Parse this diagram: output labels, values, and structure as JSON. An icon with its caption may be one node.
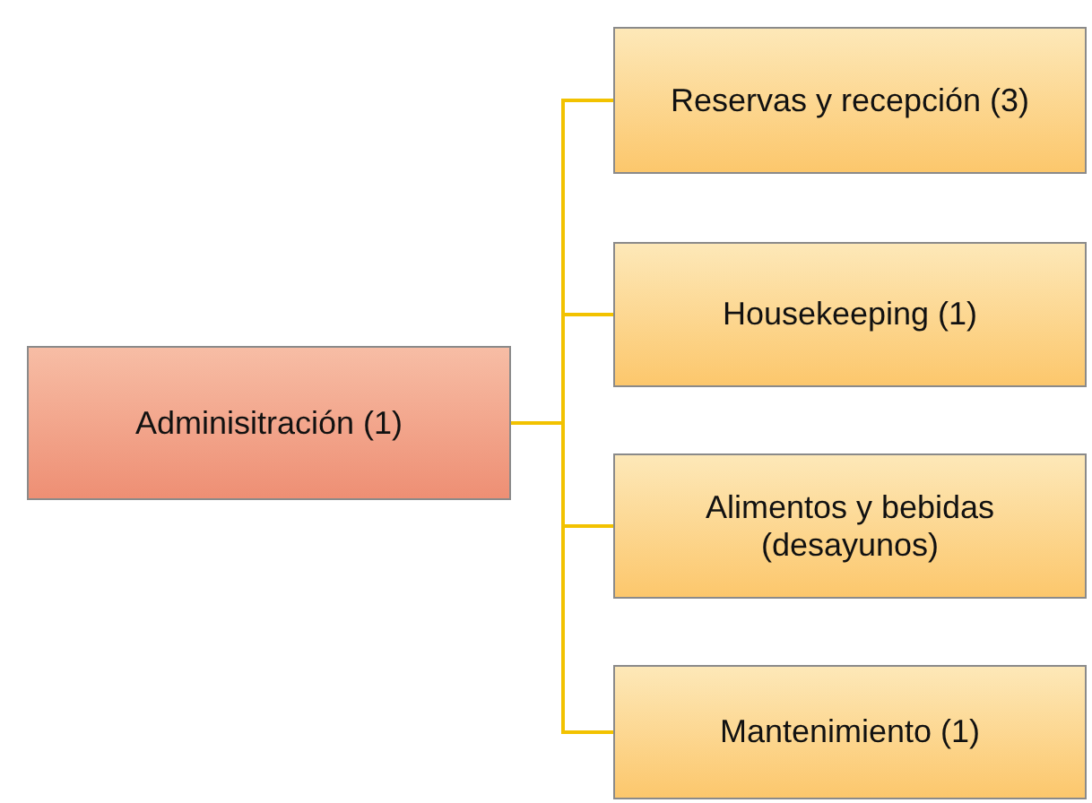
{
  "diagram": {
    "nodes": [
      {
        "text": [
          "Adminisitración (1)"
        ]
      },
      {
        "text": [
          "Reservas y recepción (3)"
        ]
      },
      {
        "text": [
          "Housekeeping (1)"
        ]
      },
      {
        "text": [
          "Alimentos y bebidas (desayunos)"
        ]
      },
      {
        "text": [
          "Mantenimiento (1)"
        ]
      }
    ],
    "edges": [
      {
        "from": 0,
        "to": 1,
        "arrow": "none"
      },
      {
        "from": 0,
        "to": 2,
        "arrow": "none"
      },
      {
        "from": 0,
        "to": 3,
        "arrow": "none"
      },
      {
        "from": 0,
        "to": 4,
        "arrow": "none"
      }
    ]
  }
}
